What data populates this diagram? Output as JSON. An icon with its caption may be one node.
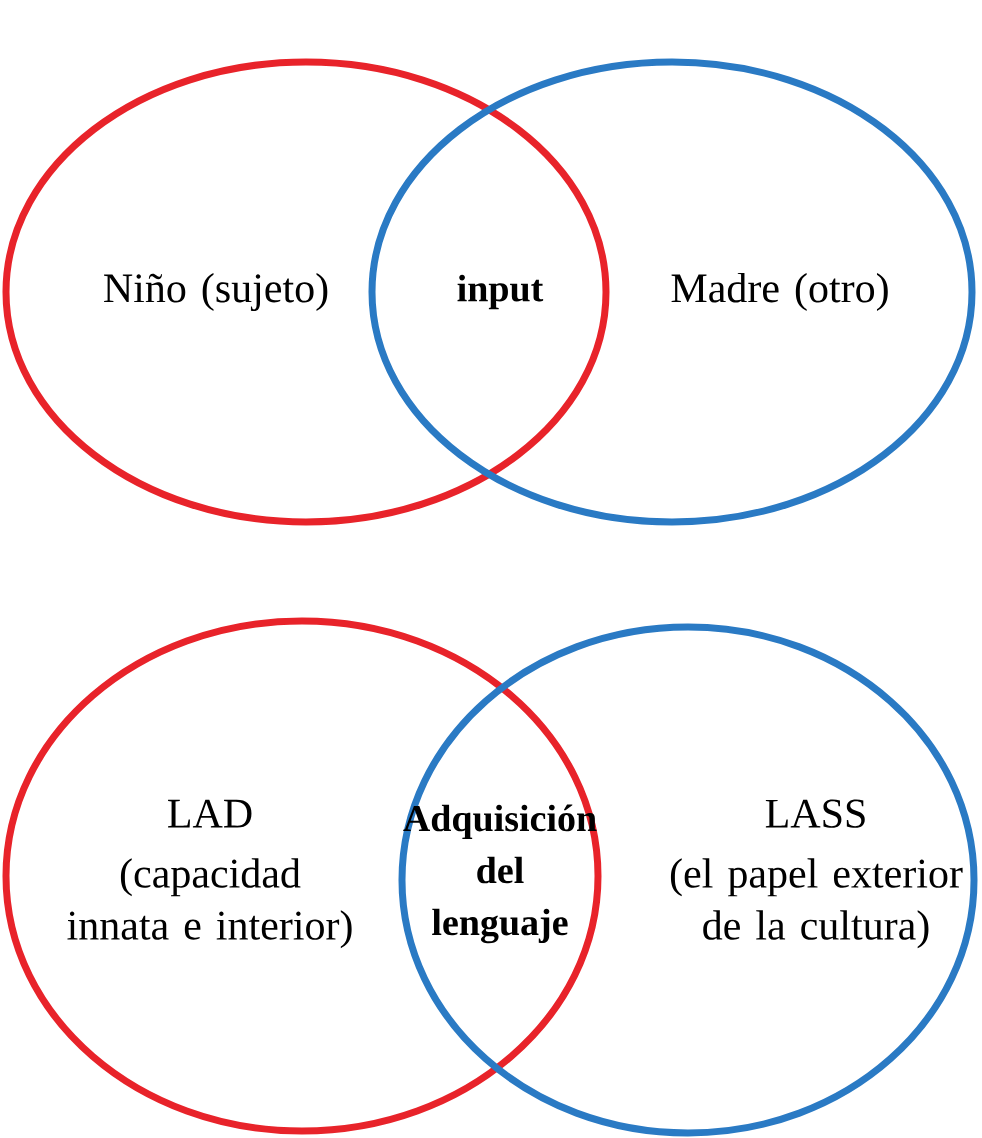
{
  "diagram": {
    "nodes": [
      {
        "text": [
          "Niño (sujeto)"
        ]
      },
      {
        "text": [
          "Madre (otro)"
        ]
      },
      {
        "text": [
          "LAD",
          "(capacidad innata e interior)"
        ]
      },
      {
        "text": [
          "LASS",
          "(el papel exterior de la cultura)"
        ]
      }
    ],
    "labels": [
      "input",
      "Adquisición del lenguaje"
    ]
  }
}
